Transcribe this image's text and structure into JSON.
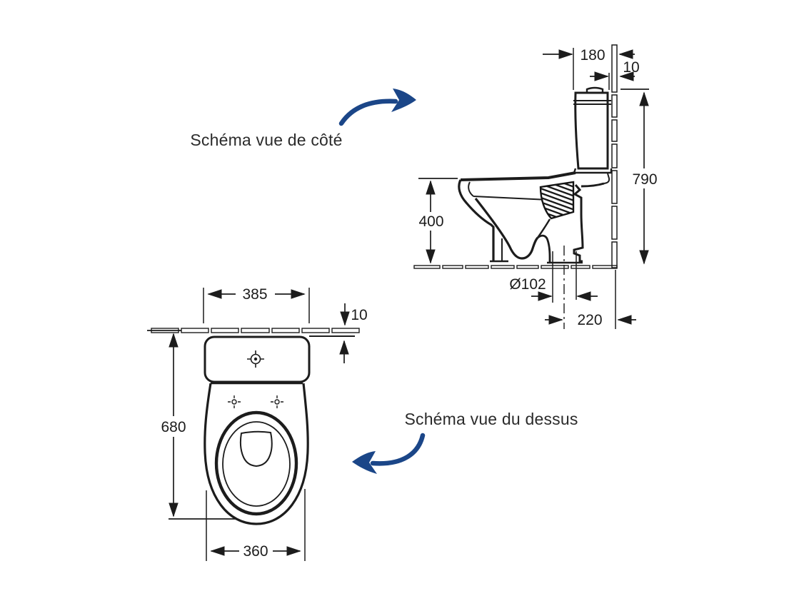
{
  "side_view": {
    "label": "Schéma vue de côté",
    "dimensions": {
      "cistern_depth": "180",
      "wall_gap": "10",
      "overall_height": "790",
      "bowl_height": "400",
      "outlet_diameter": "Ø102",
      "outlet_to_wall": "220"
    }
  },
  "top_view": {
    "label": "Schéma vue du dessus",
    "dimensions": {
      "cistern_width": "385",
      "wall_gap": "10",
      "overall_depth": "680",
      "bowl_width": "360"
    }
  },
  "colors": {
    "ink": "#1c1c1c",
    "arrow_blue": "#1b4688",
    "background": "#ffffff"
  }
}
